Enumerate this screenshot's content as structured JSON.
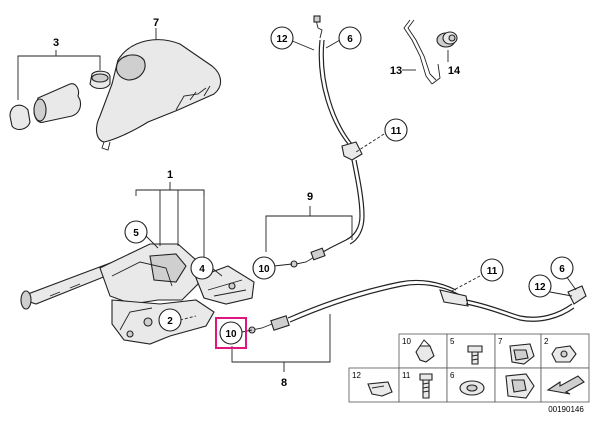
{
  "callouts": {
    "c1": "1",
    "c2": "2",
    "c3": "3",
    "c4": "4",
    "c5": "5",
    "c6a": "6",
    "c6b": "6",
    "c7": "7",
    "c8": "8",
    "c9": "9",
    "c10a": "10",
    "c10b": "10",
    "c11a": "11",
    "c11b": "11",
    "c12a": "12",
    "c12b": "12",
    "c13": "13",
    "c14": "14"
  },
  "parts_table": {
    "cells": [
      "10",
      "5",
      "7",
      "2",
      "12",
      "11",
      "6",
      ""
    ]
  },
  "document_number": "00190146",
  "highlight_color": "#e0157f"
}
